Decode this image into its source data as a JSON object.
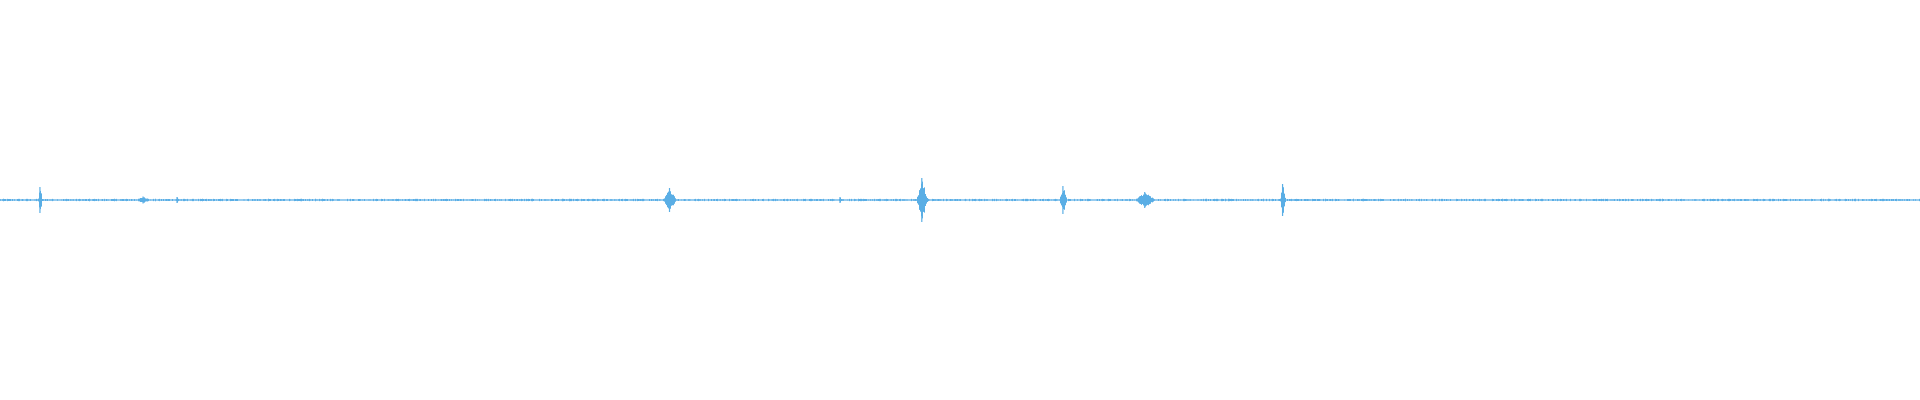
{
  "waveform": {
    "color": "#5aaee5",
    "background": "#ffffff",
    "amplitude_scale": 100,
    "peaks": [
      {
        "t": 0.0208,
        "amp": 0.13,
        "width": 0.0012
      },
      {
        "t": 0.0745,
        "amp": 0.035,
        "width": 0.004
      },
      {
        "t": 0.0922,
        "amp": 0.03,
        "width": 0.001
      },
      {
        "t": 0.3487,
        "amp": 0.12,
        "width": 0.0035
      },
      {
        "t": 0.4375,
        "amp": 0.03,
        "width": 0.001
      },
      {
        "t": 0.4801,
        "amp": 0.22,
        "width": 0.003
      },
      {
        "t": 0.5536,
        "amp": 0.14,
        "width": 0.002
      },
      {
        "t": 0.5962,
        "amp": 0.08,
        "width": 0.0055
      },
      {
        "t": 0.668,
        "amp": 0.16,
        "width": 0.0015
      }
    ],
    "noise_floor": 0.008
  }
}
